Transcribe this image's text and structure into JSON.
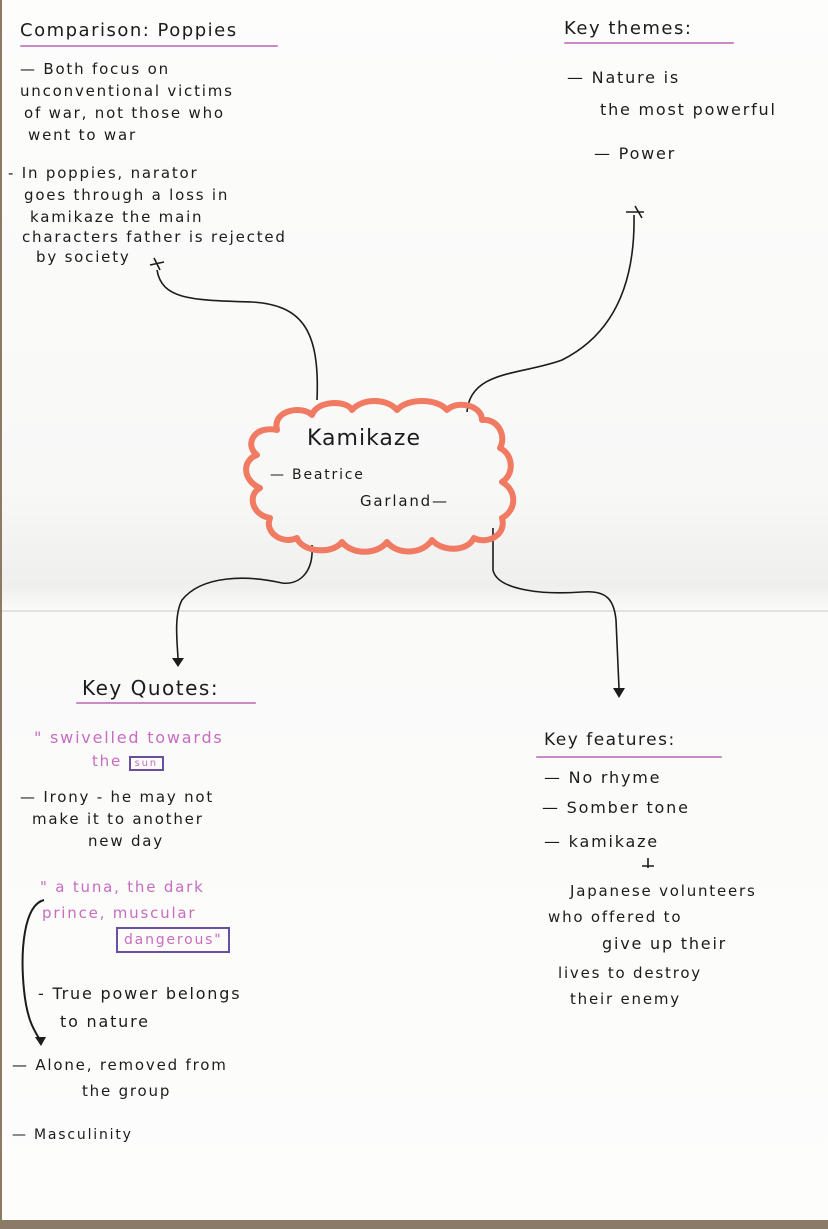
{
  "central_topic": {
    "title": "Kamikaze",
    "author_line1": "— Beatrice",
    "author_line2": "Garland—",
    "cloud_color": "#f07a62"
  },
  "comparison": {
    "heading": "Comparison: Poppies",
    "points": [
      [
        "— Both focus on",
        "unconventional victims",
        "of war, not those who",
        "went to war"
      ],
      [
        "- In poppies, narator",
        "goes through a loss in",
        "kamikaze the main",
        "characters father is rejected",
        "by society"
      ]
    ]
  },
  "key_themes": {
    "heading": "Key themes:",
    "points": [
      [
        "— Nature is",
        "the most powerful"
      ],
      [
        "— Power"
      ]
    ]
  },
  "key_quotes": {
    "heading": "Key Quotes:",
    "quote1": {
      "line1": "\" swivelled towards",
      "line2_prefix": "the",
      "boxed": "sun"
    },
    "analysis1": [
      "— Irony - he may not",
      "make it to another",
      "new day"
    ],
    "quote2": {
      "line1": "\" a tuna, the dark",
      "line2": "prince, muscular",
      "boxed": "dangerous\""
    },
    "analysis2": [
      "- True power belongs",
      "to nature"
    ],
    "analysis3": [
      "— Alone, removed from",
      "the group"
    ],
    "analysis4": [
      "— Masculinity"
    ]
  },
  "key_features": {
    "heading": "Key features:",
    "points": [
      "— No rhyme",
      "— Somber tone",
      "— kamikaze"
    ],
    "definition": [
      "Japanese volunteers",
      "who offered to",
      "give up their",
      "lives to destroy",
      "their enemy"
    ]
  },
  "colors": {
    "ink": "#1c1c1c",
    "pink_ink": "#c86cc0",
    "underline": "#c98ac6",
    "box": "#6a4fa0",
    "cloud": "#f07a62"
  }
}
